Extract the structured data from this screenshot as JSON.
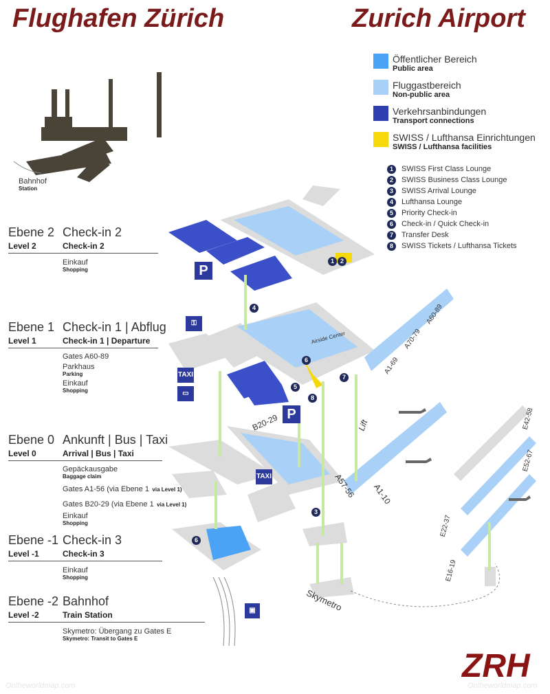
{
  "title_de": "Flughafen Zürich",
  "title_en": "Zurich Airport",
  "station": {
    "de": "Bahnhof",
    "en": "Station"
  },
  "legend": [
    {
      "de": "Öffentlicher Bereich",
      "en": "Public area",
      "color": "#4aa3f5"
    },
    {
      "de": "Fluggastbereich",
      "en": "Non-public area",
      "color": "#a9d0f7"
    },
    {
      "de": "Verkehrsanbindungen",
      "en": "Transport connections",
      "color": "#2f3fb0"
    },
    {
      "de": "SWISS / Lufthansa Einrichtungen",
      "en": "SWISS / Lufthansa facilities",
      "color": "#f5d90a"
    }
  ],
  "facilities": [
    {
      "num": "1",
      "label": "SWISS First Class Lounge"
    },
    {
      "num": "2",
      "label": "SWISS Business Class Lounge"
    },
    {
      "num": "3",
      "label": "SWISS Arrival Lounge"
    },
    {
      "num": "4",
      "label": "Lufthansa Lounge"
    },
    {
      "num": "5",
      "label": "Priority Check-in"
    },
    {
      "num": "6",
      "label": "Check-in / Quick Check-in"
    },
    {
      "num": "7",
      "label": "Transfer Desk"
    },
    {
      "num": "8",
      "label": "SWISS Tickets / Lufthansa Tickets"
    }
  ],
  "levels": {
    "l2": {
      "de_a": "Ebene 2",
      "de_b": "Check-in 2",
      "en_a": "Level 2",
      "en_b": "Check-in 2",
      "items": [
        {
          "de": "Einkauf",
          "en": "Shopping"
        }
      ]
    },
    "l1": {
      "de_a": "Ebene 1",
      "de_b": "Check-in 1 | Abflug",
      "en_a": "Level 1",
      "en_b": "Check-in 1 | Departure",
      "items": [
        {
          "de": "Gates A60-89",
          "en": ""
        },
        {
          "de": "Parkhaus",
          "en": "Parking"
        },
        {
          "de": "Einkauf",
          "en": "Shopping"
        }
      ]
    },
    "l0": {
      "de_a": "Ebene 0",
      "de_b": "Ankunft | Bus | Taxi",
      "en_a": "Level 0",
      "en_b": "Arrival | Bus | Taxi",
      "items": [
        {
          "de": "Gepäckausgabe",
          "en": "Baggage claim"
        },
        {
          "de": "Gates A1-56 (via Ebene 1",
          "en": "via Level 1)"
        },
        {
          "de": "Gates B20-29 (via Ebene 1",
          "en": "via Level 1)"
        },
        {
          "de": "Einkauf",
          "en": "Shopping"
        }
      ]
    },
    "lm1": {
      "de_a": "Ebene -1",
      "de_b": "Check-in 3",
      "en_a": "Level -1",
      "en_b": "Check-in 3",
      "items": [
        {
          "de": "Einkauf",
          "en": "Shopping"
        }
      ]
    },
    "lm2": {
      "de_a": "Ebene -2",
      "de_b": "Bahnhof",
      "en_a": "Level -2",
      "en_b": "Train Station",
      "items": [
        {
          "de": "Skymetro: Übergang zu Gates E",
          "en": "Skymetro: Transit to Gates E"
        }
      ]
    }
  },
  "map_labels": {
    "airside": "Airside Center",
    "a60": "A60-89",
    "a70": "A70-79",
    "a169": "A1-69",
    "lift": "Lift",
    "b2029": "B20-29",
    "a5756": "A57-56",
    "a110": "A1-10",
    "skymetro": "Skymetro",
    "e4258": "E42-58",
    "e5267": "E52-67",
    "e2237": "E22-37",
    "e1619": "E16-19",
    "p": "P",
    "taxi": "TAXI"
  },
  "brand": "ZRH",
  "watermark": "Ontheworldmap.com"
}
